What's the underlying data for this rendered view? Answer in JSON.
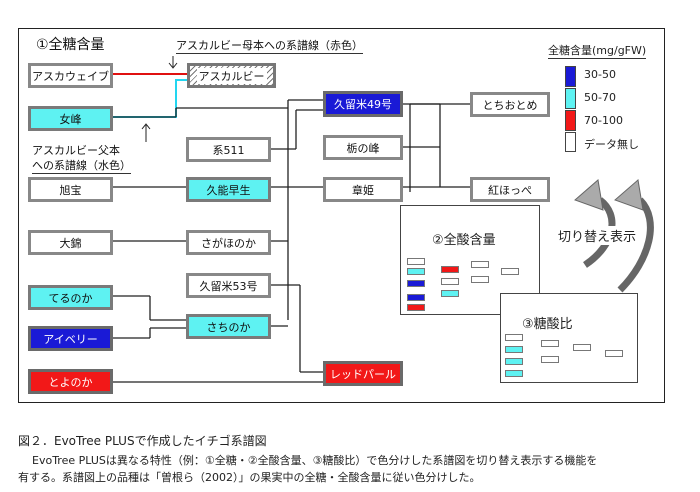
{
  "panel_title": "①全糖含量",
  "annotations": {
    "mother_line": "アスカルビー母本への系譜線（赤色）",
    "father_line_1": "アスカルビー父本",
    "father_line_2": "への系譜線（水色）",
    "switch_label": "切り替え表示"
  },
  "legend": {
    "title": "全糖含量(mg/gFW)",
    "items": [
      {
        "label": "30-50",
        "color": "#1a1ad6"
      },
      {
        "label": "50-70",
        "color": "#5ef2f2"
      },
      {
        "label": "70-100",
        "color": "#f21818"
      },
      {
        "label": "データ無し",
        "color": "#ffffff"
      }
    ]
  },
  "nodes": {
    "asuka_wave": "アスカウェイブ",
    "asuka_ruby": "アスカルビー",
    "nyoho": "女峰",
    "kei511": "系511",
    "kyokuho": "旭宝",
    "kunowase": "久能早生",
    "taikin": "大錦",
    "sagahonoka": "さがほのか",
    "terunoka": "てるのか",
    "kurume53": "久留米53号",
    "iberry": "アイベリー",
    "sachinoka": "さちのか",
    "toyonoka": "とよのか",
    "red_pearl": "レッドパール",
    "kurume49": "久留米49号",
    "tochiotome": "とちおとめ",
    "tochinomine": "栃の峰",
    "akihime": "章姫",
    "benihoppe": "紅ほっぺ"
  },
  "thumbs": {
    "acid_title": "②全酸含量",
    "ratio_title": "③糖酸比"
  },
  "caption": "図２．EvoTree PLUSで作成したイチゴ系譜図",
  "description": [
    "EvoTree PLUSは異なる特性（例：①全糖・②全酸含量、③糖酸比）で色分けした系譜図を切り替え表示する機能を",
    "有する。系譜図上の品種は「曽根ら（2002）」の果実中の全糖・全酸含量に従い色分けした。"
  ]
}
